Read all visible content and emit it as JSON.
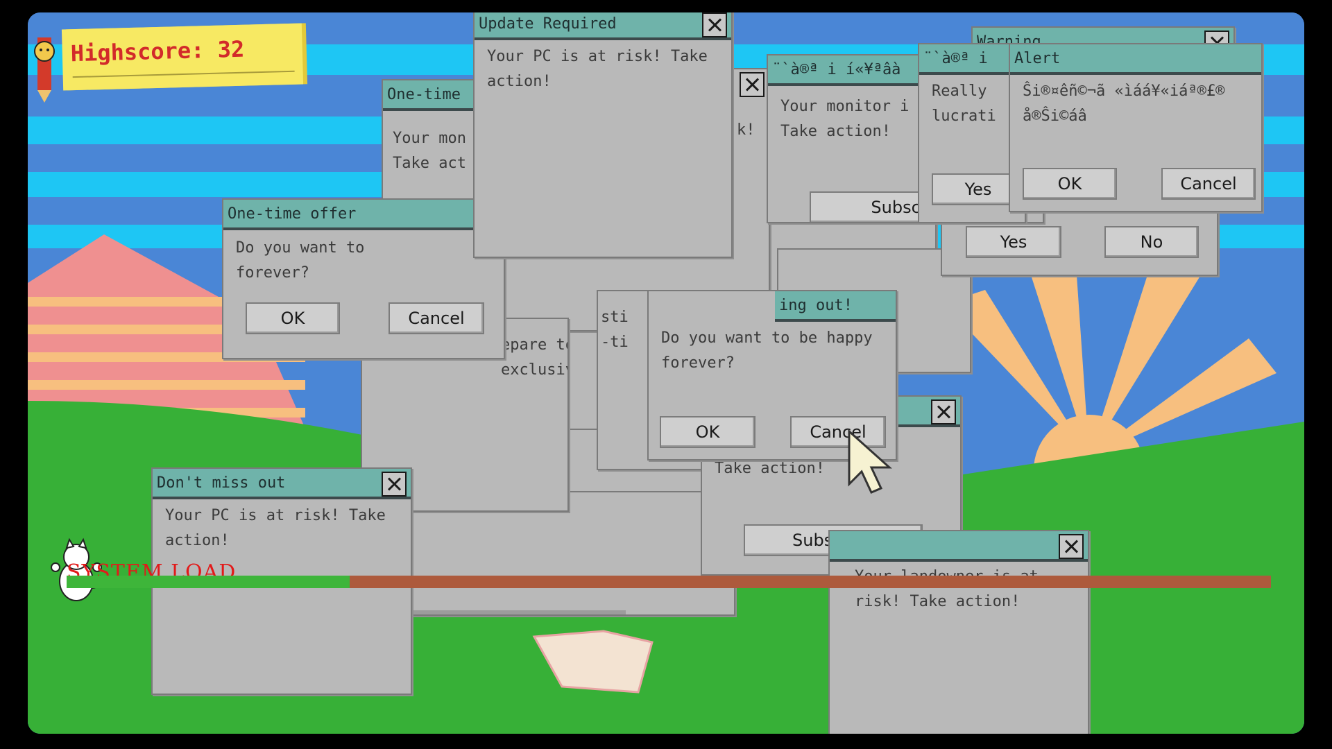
{
  "colors": {
    "titlebar": "#6fb3aa",
    "window": "#b9b9b9",
    "highscore_text": "#d22a2a",
    "load_fill": "#3eb53a",
    "load_track": "#ad5a3c"
  },
  "hud": {
    "highscore_label": "Highscore:",
    "highscore_value": "32",
    "system_load_label": "SYSTEM LOAD",
    "system_load_fraction": 0.235
  },
  "windows": {
    "update_required": {
      "title": "Update Required",
      "message": "Your PC is at risk! Take\naction!"
    },
    "onetime_back": {
      "title": "One-time",
      "message": "Your mon\nTake act"
    },
    "onetime_offer": {
      "title": "One-time offer",
      "message": "Do you want to\nforever?",
      "ok": "OK",
      "cancel": "Cancel"
    },
    "garbled_monitor": {
      "title": "¨`à®ª i í«¥ªâà",
      "message": "Your monitor i\nTake action!",
      "subscribe": "Subscrib"
    },
    "warning": {
      "title": "Warning"
    },
    "really": {
      "title": "¨`à®ª i",
      "message": "Really\nlucrati",
      "yes": "Yes"
    },
    "alert": {
      "title": "Alert",
      "message": "Ŝi®¤êñ©¬ã «ìáá¥«iáª®£®\nå®Ŝi©áâ",
      "ok": "OK",
      "cancel": "Cancel"
    },
    "yes_no": {
      "yes": "Yes",
      "no": "No"
    },
    "prepare": {
      "message": "epare to\nexclusive..."
    },
    "missing_out": {
      "title": "ing out!",
      "message": "Do you want to be happy\nforever?",
      "ok": "OK",
      "cancel": "Cancel"
    },
    "risk_subscribe": {
      "message": "risk!\nTake action!",
      "subscribe": "Subscribe"
    },
    "dont_miss": {
      "title": "Don't miss out",
      "message": "Your PC is at risk! Take\naction!"
    },
    "landowner": {
      "message": "Your landowner is at\nrisk! Take action!"
    },
    "behind_left": {
      "message": "sti\n-ti"
    },
    "behind_mid": {
      "message": "k!"
    }
  }
}
